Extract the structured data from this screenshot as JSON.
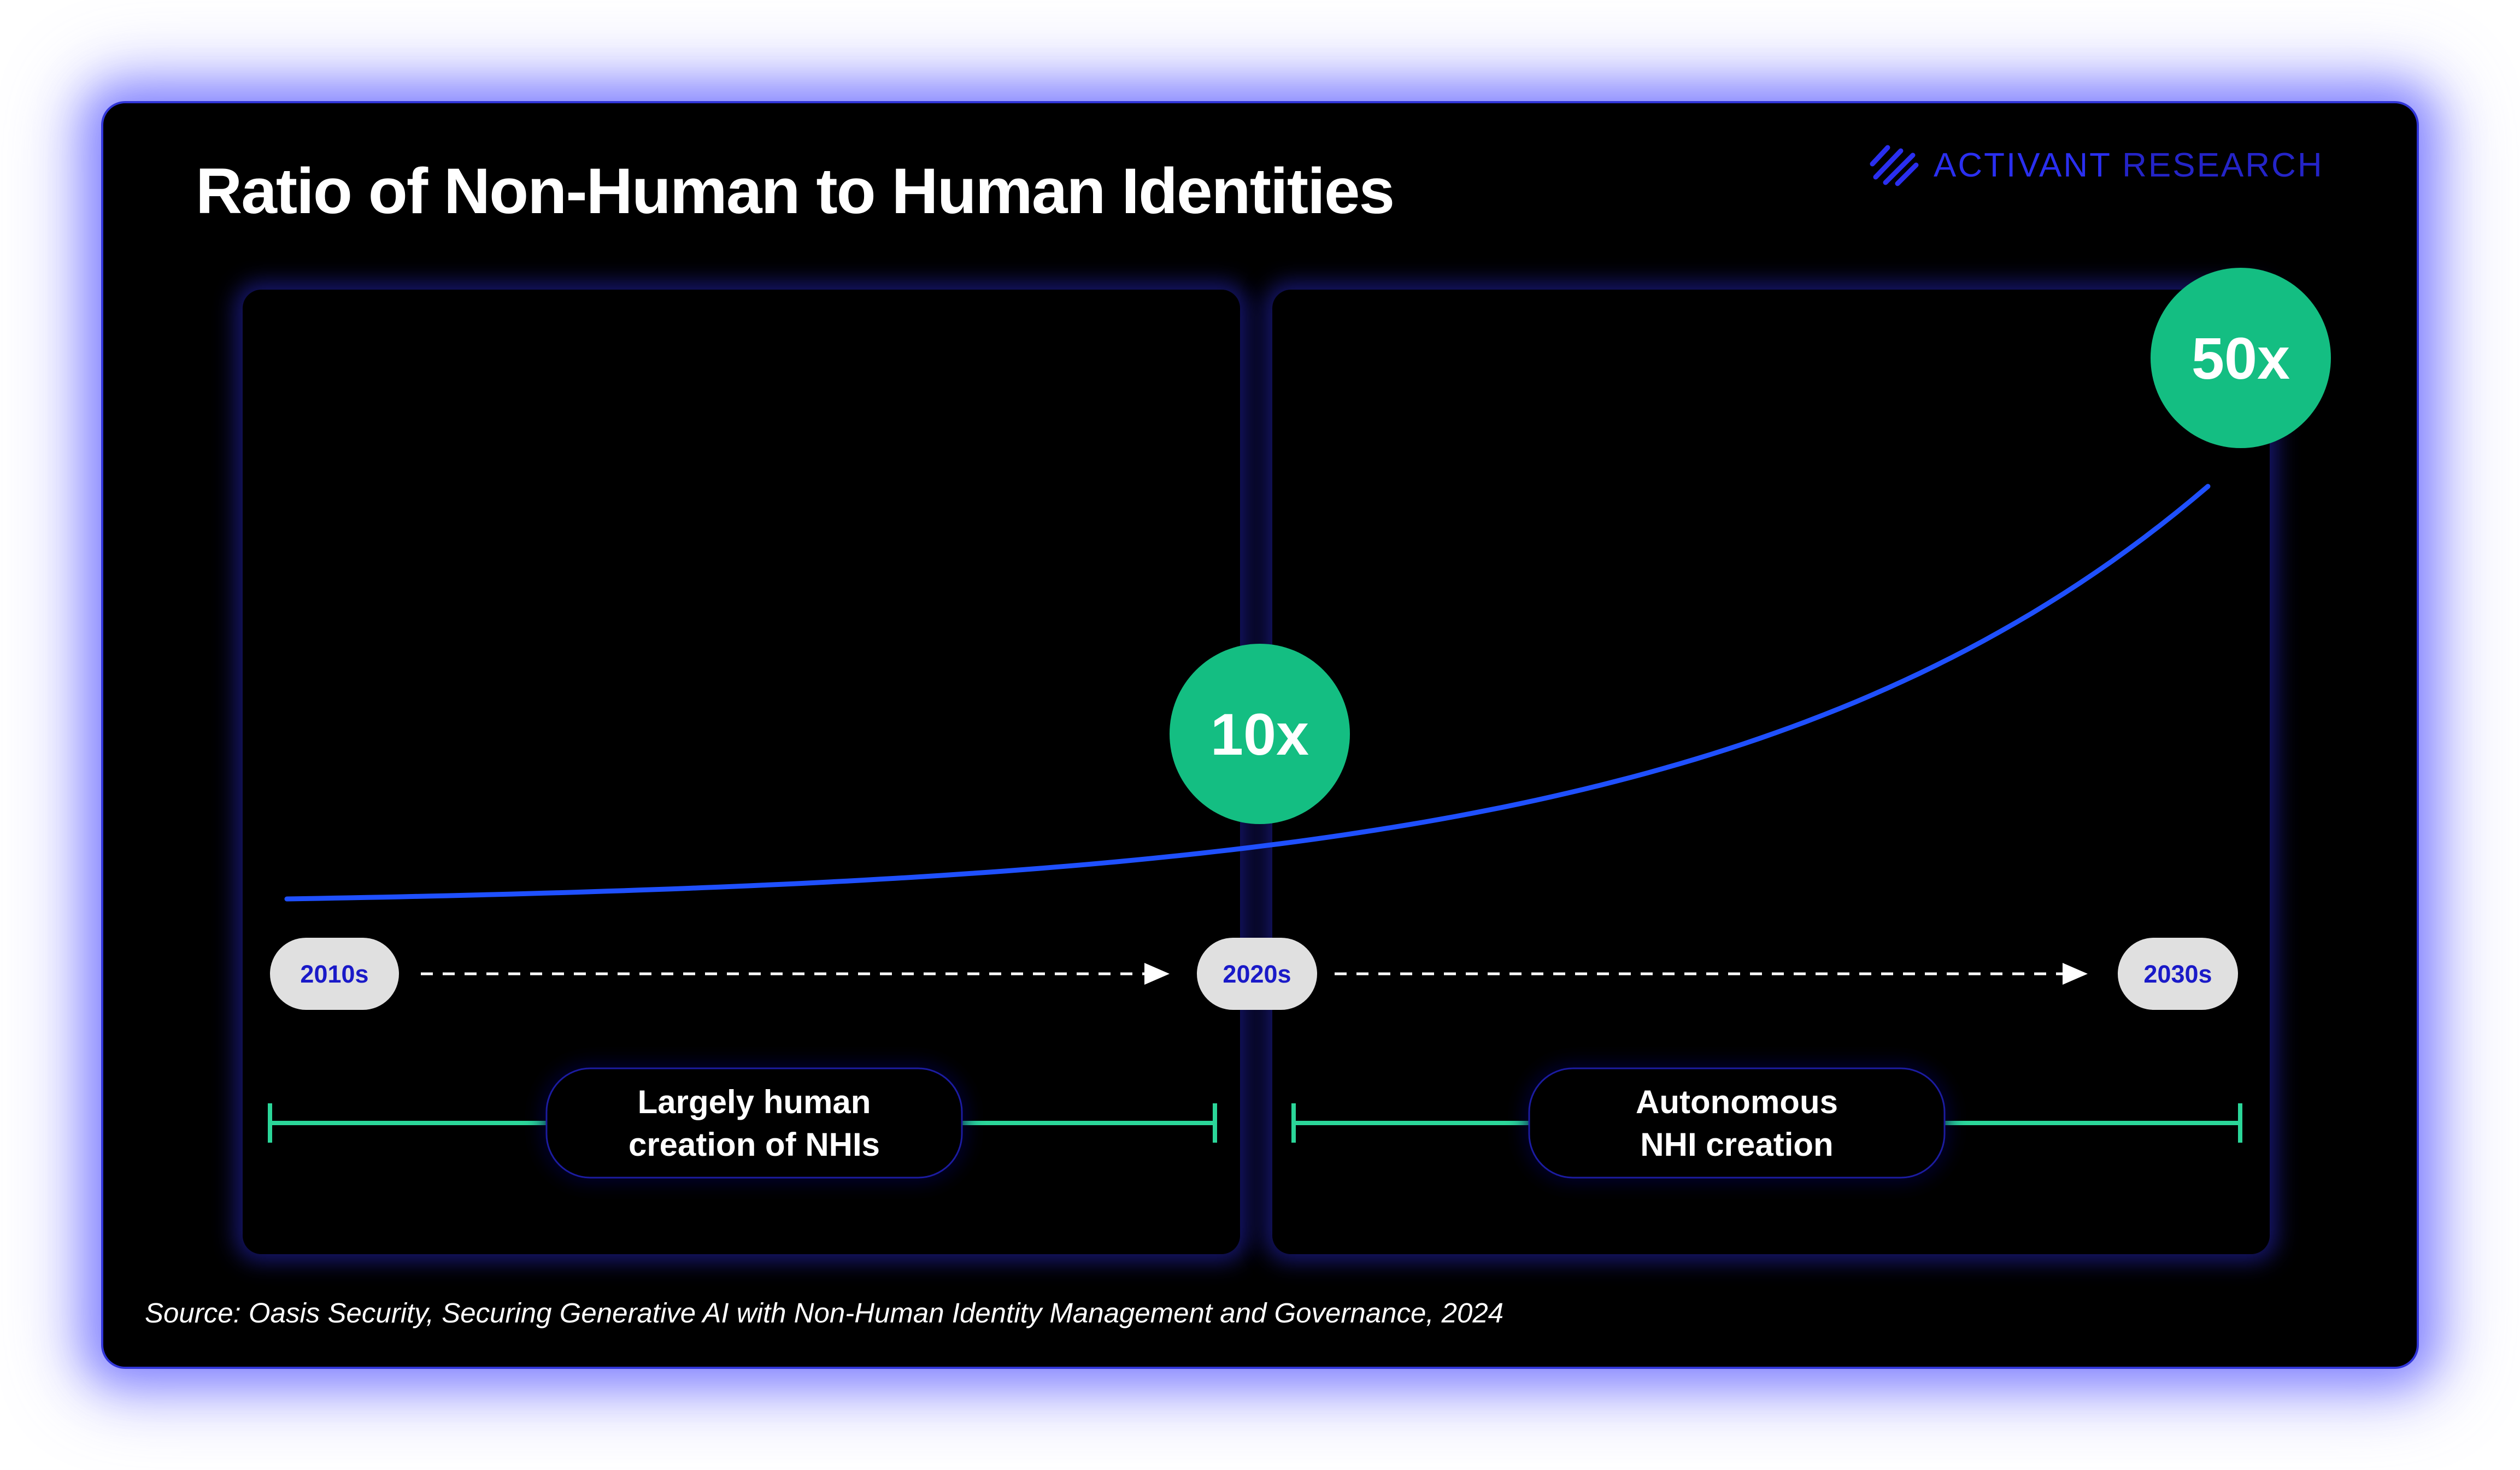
{
  "header": {
    "title": "Ratio of Non-Human to Human Identities",
    "brand_primary": "ACTIVANT",
    "brand_secondary": "RESEARCH"
  },
  "icons": {
    "brand": "activant-stripes-icon"
  },
  "colors": {
    "background": "#000000",
    "accent_blue": "#1f50ff",
    "badge_green": "#14be82",
    "range_green": "#2bd699",
    "period_pill": "#e0e0e0",
    "period_text": "#1a1ac8"
  },
  "chart_data": {
    "type": "line",
    "title": "Ratio of Non-Human to Human Identities",
    "x_periods": [
      "2010s",
      "2020s",
      "2030s"
    ],
    "series": [
      {
        "x": [
          2010,
          2020,
          2030
        ],
        "y": [
          1,
          10,
          50
        ]
      }
    ],
    "annotations": [
      {
        "x": 2020,
        "label": "10x"
      },
      {
        "x": 2030,
        "label": "50x"
      }
    ],
    "phases": [
      {
        "from": "2010s",
        "to": "2020s",
        "label_line1": "Largely human",
        "label_line2": "creation of NHIs"
      },
      {
        "from": "2020s",
        "to": "2030s",
        "label_line1": "Autonomous",
        "label_line2": "NHI creation"
      }
    ]
  },
  "footer": {
    "source": "Source: Oasis Security, Securing Generative AI with Non-Human Identity Management and Governance, 2024"
  }
}
